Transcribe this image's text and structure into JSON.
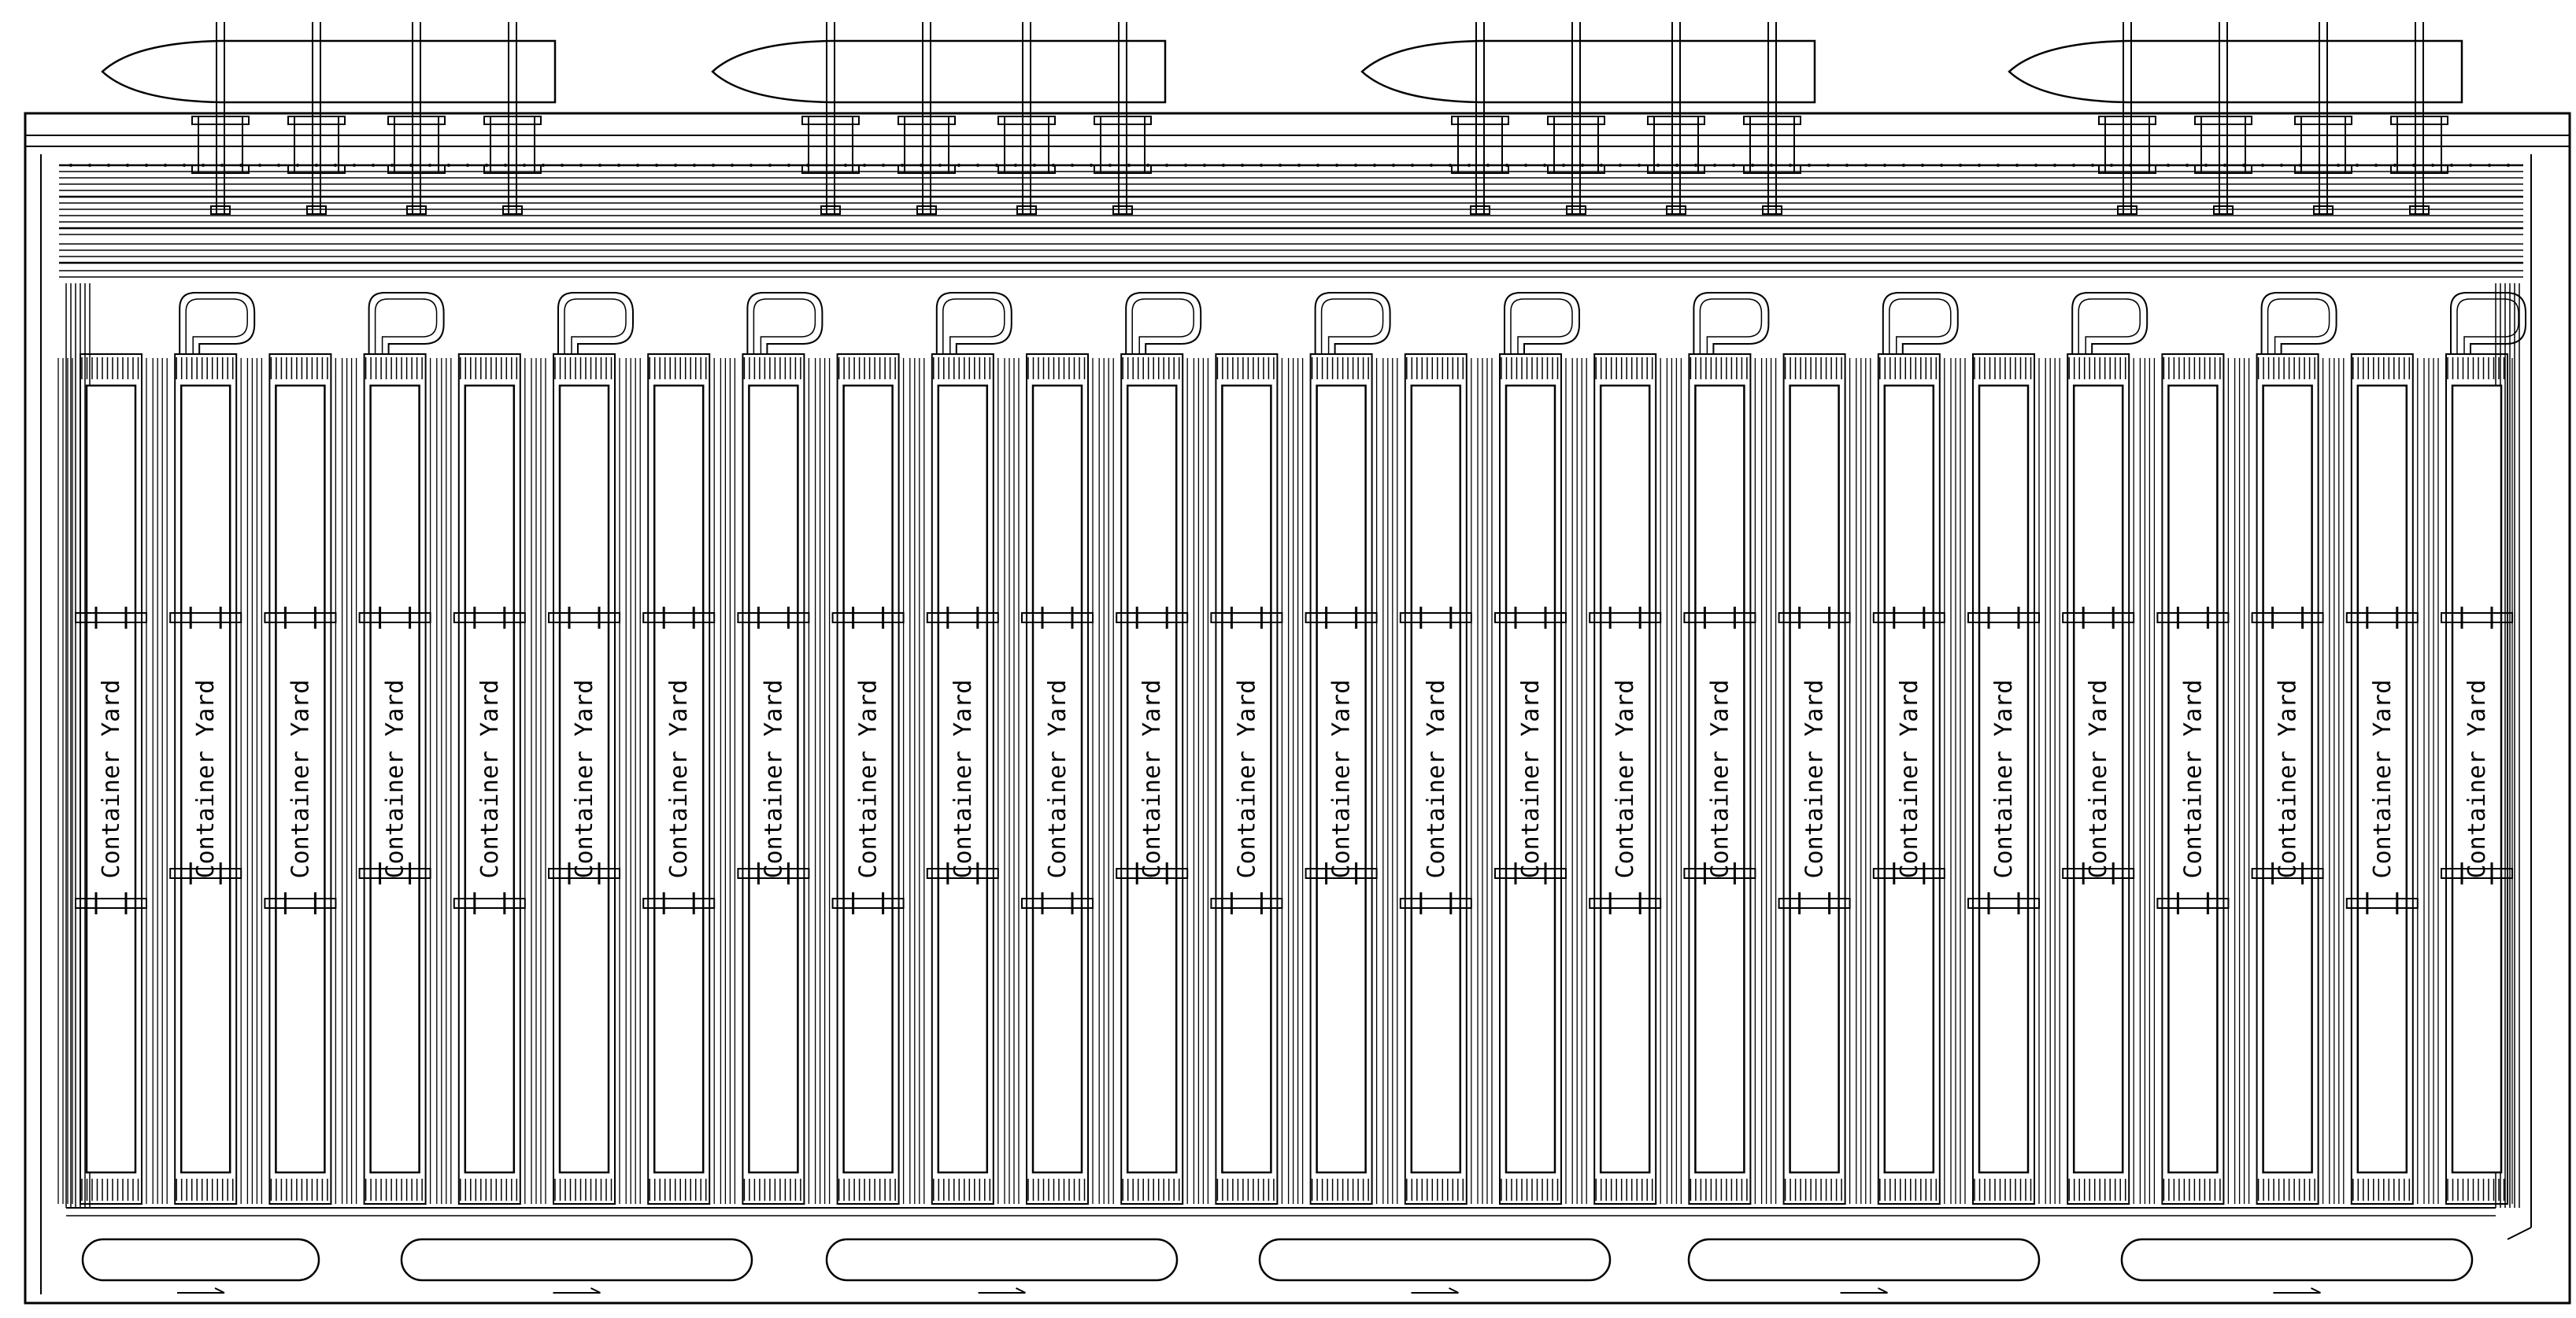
{
  "diagram": {
    "yard_label": "Container Yard",
    "yard_count": 26,
    "ship_count": 4,
    "cranes_per_ship": 4,
    "bottom_lane_count": 6,
    "colors": {
      "line": "#000000",
      "background": "#ffffff"
    }
  }
}
